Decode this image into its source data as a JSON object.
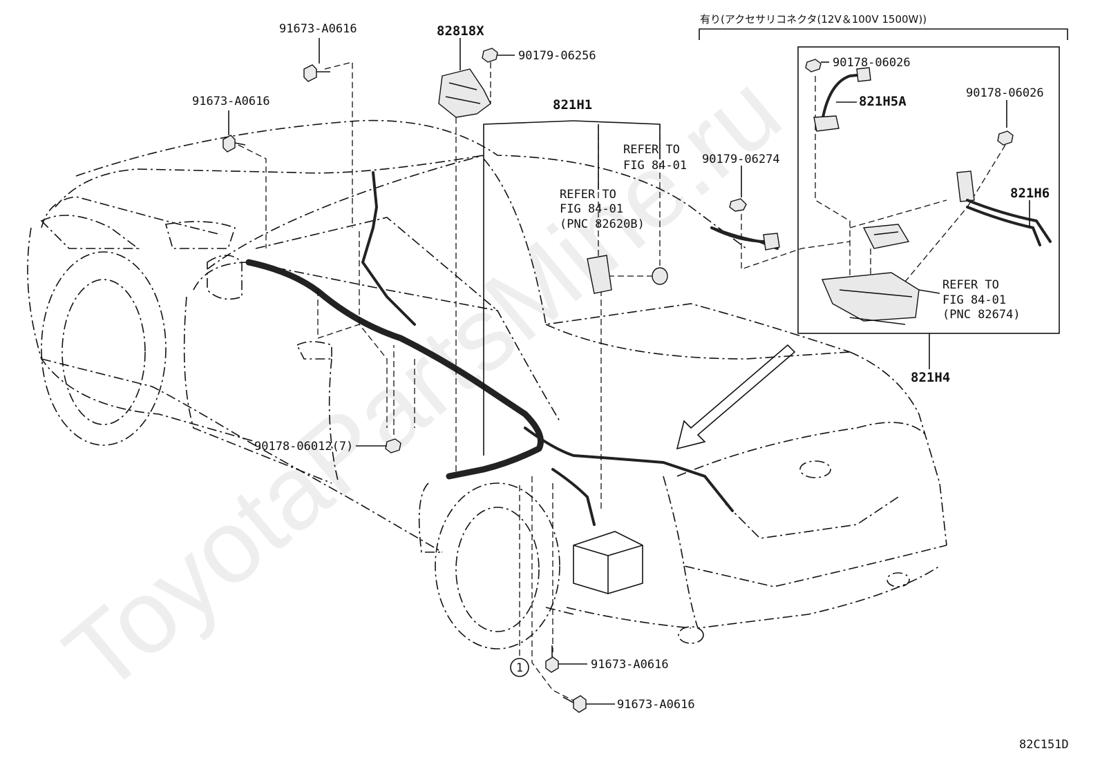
{
  "diagram": {
    "watermark": "ToyotaPartsMine.ru",
    "figure_code": "82C151D",
    "option_note": "有り(アクセサリコネクタ(12V＆100V  1500W))",
    "callout_number": "1",
    "labels": {
      "bolt_top": "91673-A0616",
      "bolt_left": "91673-A0616",
      "part_82818x": "82818X",
      "clip_90179_06256": "90179-06256",
      "harness_821h1": "821H1",
      "refer_1_line1": "REFER TO",
      "refer_1_line2": "FIG 84-01",
      "refer_2_line1": "REFER TO",
      "refer_2_line2": "FIG 84-01",
      "refer_2_line3": "(PNC 82620B)",
      "clip_90179_06274": "90179-06274",
      "clip_90178_06026_a": "90178-06026",
      "part_821h5a": "821H5A",
      "clip_90178_06026_b": "90178-06026",
      "part_821h6": "821H6",
      "refer_3_line1": "REFER TO",
      "refer_3_line2": "FIG 84-01",
      "refer_3_line3": "(PNC 82674)",
      "part_821h4": "821H4",
      "clip_90178_06012": "90178-06012(7)",
      "bolt_bottom_1": "91673-A0616",
      "bolt_bottom_2": "91673-A0616"
    }
  }
}
